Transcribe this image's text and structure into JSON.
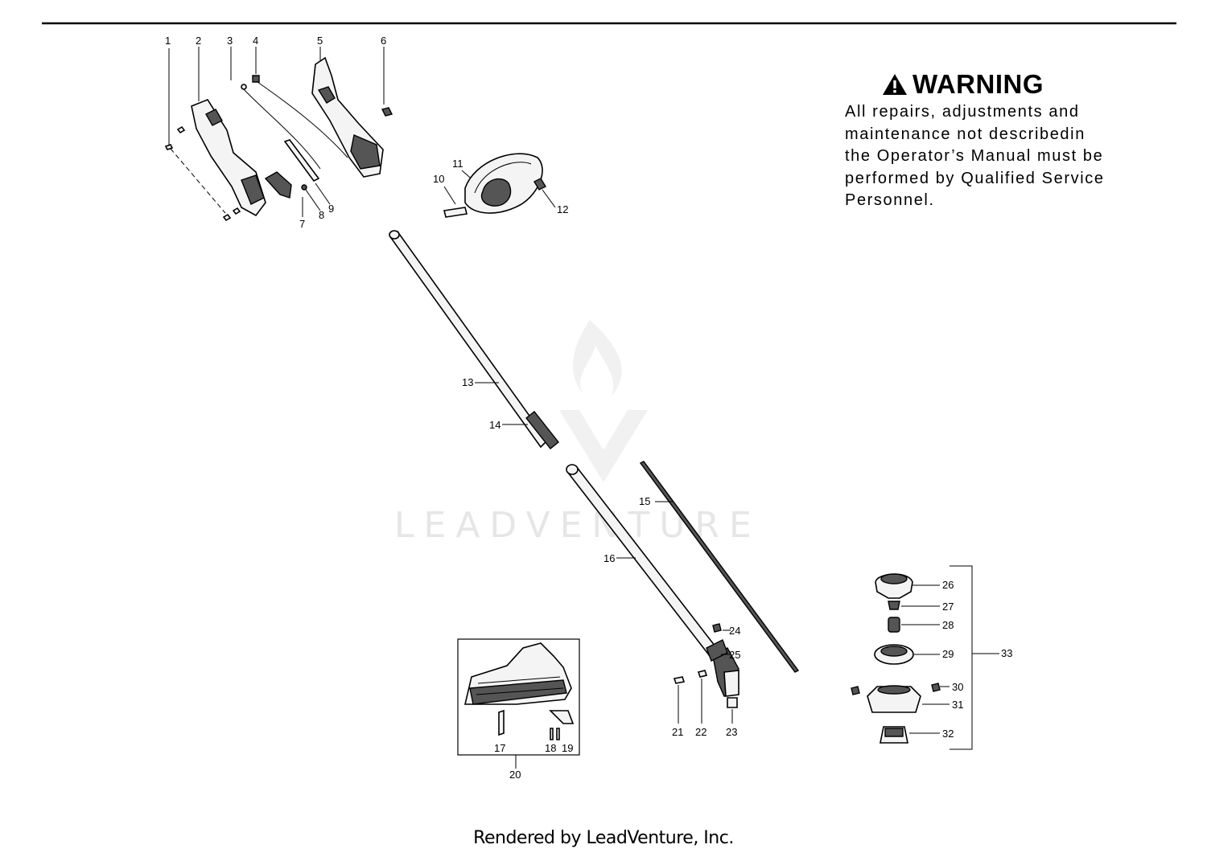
{
  "warning": {
    "title": "WARNING",
    "lines": [
      "All repairs, adjustments and",
      "maintenance not describedin",
      "the Operator’s Manual must be",
      "performed by Qualified Service",
      "Personnel."
    ]
  },
  "footer": {
    "credit": "Rendered by LeadVenture, Inc."
  },
  "watermark": {
    "text": "LEADVENTURE"
  },
  "callouts": {
    "c1": "1",
    "c2": "2",
    "c3": "3",
    "c4": "4",
    "c5": "5",
    "c6": "6",
    "c7": "7",
    "c8": "8",
    "c9": "9",
    "c10": "10",
    "c11": "11",
    "c12": "12",
    "c13": "13",
    "c14": "14",
    "c15": "15",
    "c16": "16",
    "c17": "17",
    "c18": "18",
    "c19": "19",
    "c20": "20",
    "c21": "21",
    "c22": "22",
    "c23": "23",
    "c24": "24",
    "c25": "25",
    "c26": "26",
    "c27": "27",
    "c28": "28",
    "c29": "29",
    "c30": "30",
    "c31": "31",
    "c32": "32",
    "c33": "33"
  }
}
